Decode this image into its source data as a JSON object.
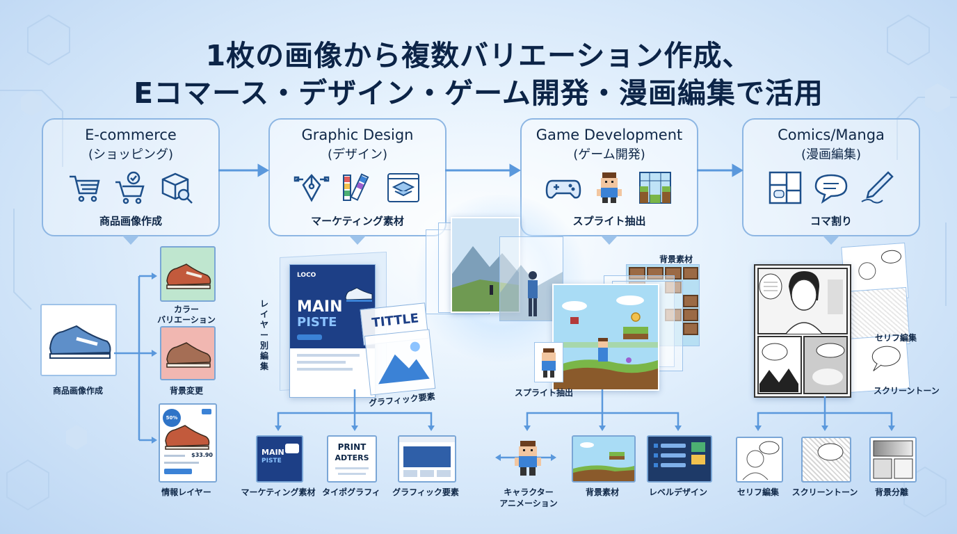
{
  "title": {
    "line1": "1枚の画像から複数バリエーション作成、",
    "line2": "Eコマース・デザイン・ゲーム開発・漫画編集で活用"
  },
  "categories": [
    {
      "title": "E-commerce",
      "subtitle": "(ショッピング)",
      "caption": "商品画像作成"
    },
    {
      "title": "Graphic Design",
      "subtitle": "(デザイン)",
      "caption": "マーケティング素材"
    },
    {
      "title": "Game Development",
      "subtitle": "(ゲーム開発)",
      "caption": "スプライト抽出"
    },
    {
      "title": "Comics/Manga",
      "subtitle": "(漫画編集)",
      "caption": "コマ割り"
    }
  ],
  "ecommerce": {
    "source_label": "商品画像作成",
    "variants": [
      "カラー",
      "バリエーション",
      "背景変更",
      "情報レイヤー"
    ],
    "sale_badge": "50% OFF",
    "price": "$33.90"
  },
  "design": {
    "vertical_label": "レイヤー別編集",
    "graphic_label": "グラフィック要素",
    "poster_logo": "LOCO",
    "poster_main": "MAIN",
    "poster_sub": "PISTE",
    "title_card": "TITTLE",
    "outputs": [
      "マーケティング素材",
      "タイポグラフィ",
      "グラフィック要素"
    ],
    "typo_text": [
      "PRINT",
      "ADTERS"
    ]
  },
  "game": {
    "bg_label": "背景素材",
    "sprite_label": "スプライト抽出",
    "outputs": [
      "キャラクター",
      "アニメーション",
      "背景素材",
      "レベルデザイン"
    ]
  },
  "manga": {
    "labels": [
      "セリフ編集",
      "スクリーントーン"
    ],
    "outputs": [
      "セリフ編集",
      "スクリーントーン",
      "背景分離"
    ]
  },
  "colors": {
    "accent": "#3b82d6",
    "navy": "#0c2447",
    "line": "#5a98dc"
  }
}
